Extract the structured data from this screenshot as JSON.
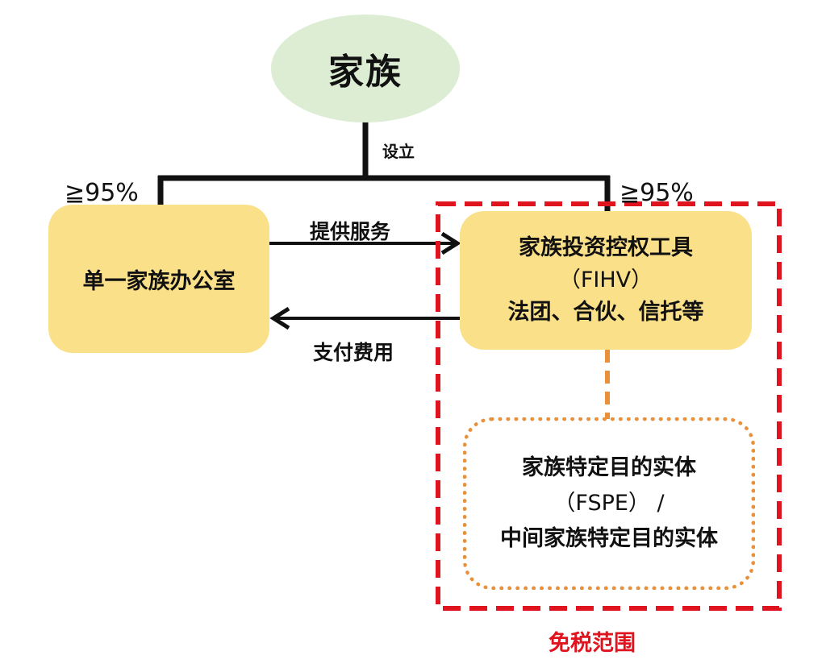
{
  "nodes": {
    "family": "家族",
    "single_family_office": "单一家族办公室",
    "fihv": {
      "line1": "家族投资控权工具",
      "line2": "（FIHV）",
      "line3": "法团、合伙、信托等"
    },
    "fspe": {
      "line1": "家族特定目的实体",
      "line2": "（FSPE） /",
      "line3": "中间家族特定目的实体"
    }
  },
  "edges": {
    "establish": "设立",
    "left_ownership": "≧95%",
    "right_ownership": "≧95%",
    "provide_services": "提供服务",
    "pay_fees": "支付费用"
  },
  "regions": {
    "tax_exempt_scope": "免税范围"
  },
  "colors": {
    "family_fill": "#dcedd3",
    "box_fill": "#fbe08a",
    "exempt_border": "#e0141e",
    "fspe_border": "#e8913a"
  }
}
